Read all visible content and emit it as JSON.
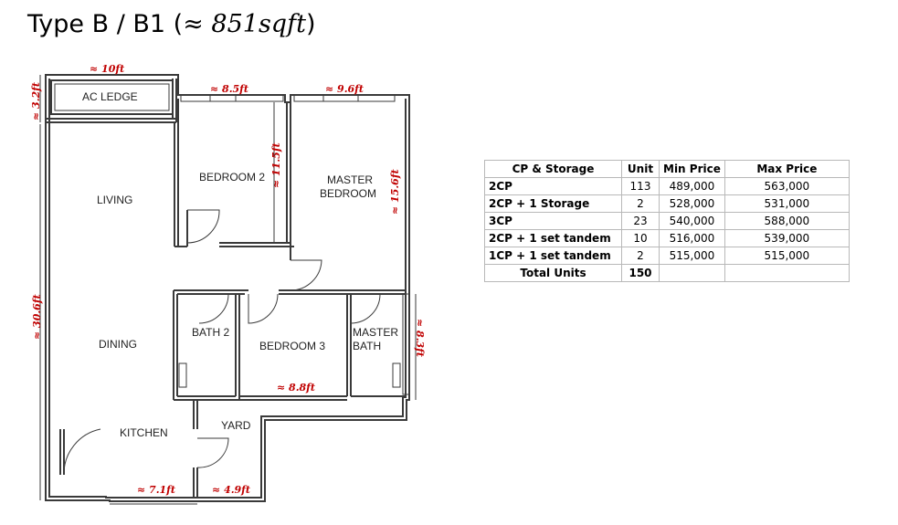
{
  "title": {
    "prefix": "Type B / B1 (",
    "area": "≈ 851sqft",
    "suffix": ")"
  },
  "rooms": {
    "ac_ledge": "AC LEDGE",
    "bedroom_2": "BEDROOM 2",
    "master_bedroom_1": "MASTER",
    "master_bedroom_2": "BEDROOM",
    "living": "LIVING",
    "dining": "DINING",
    "bath_2": "BATH 2",
    "bedroom_3": "BEDROOM 3",
    "master_bath_1": "MASTER",
    "master_bath_2": "BATH",
    "kitchen": "KITCHEN",
    "yard": "YARD"
  },
  "dimensions": {
    "ac_ledge_width": "≈ 10ft",
    "ac_ledge_depth": "≈ 3.2ft",
    "bedroom2_width": "≈ 8.5ft",
    "master_width": "≈ 9.6ft",
    "bedroom2_depth": "≈ 11.5ft",
    "master_depth": "≈ 15.6ft",
    "overall_depth": "≈ 30.6ft",
    "bath_depth": "≈ 8.3ft",
    "bedroom3_width": "≈ 8.8ft",
    "kitchen_width": "≈ 7.1ft",
    "yard_width": "≈ 4.9ft"
  },
  "price_table": {
    "headers": [
      "CP & Storage",
      "Unit",
      "Min Price",
      "Max Price"
    ],
    "rows": [
      {
        "cp": "2CP",
        "unit": "113",
        "min": "489,000",
        "max": "563,000"
      },
      {
        "cp": "2CP + 1 Storage",
        "unit": "2",
        "min": "528,000",
        "max": "531,000"
      },
      {
        "cp": "3CP",
        "unit": "23",
        "min": "540,000",
        "max": "588,000"
      },
      {
        "cp": "2CP + 1 set tandem",
        "unit": "10",
        "min": "516,000",
        "max": "539,000"
      },
      {
        "cp": "1CP + 1 set tandem",
        "unit": "2",
        "min": "515,000",
        "max": "515,000"
      }
    ],
    "total": {
      "label": "Total Units",
      "unit": "150",
      "min": "",
      "max": ""
    }
  }
}
